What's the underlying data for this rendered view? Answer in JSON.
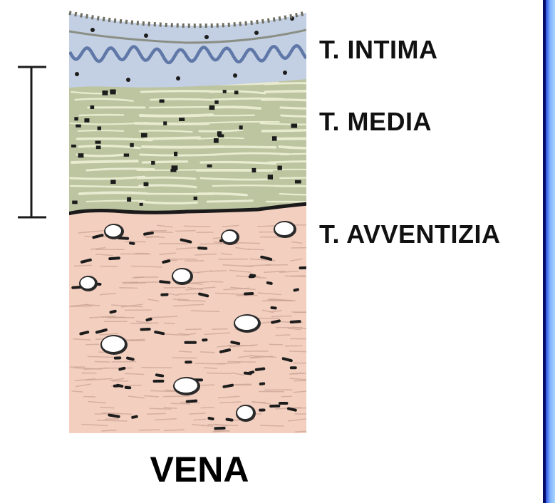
{
  "labels": {
    "intima": "T. INTIMA",
    "media": "T. MEDIA",
    "avventizia": "T. AVVENTIZIA"
  },
  "caption": "VENA",
  "colors": {
    "intima": "#c3cfe2",
    "intima_wave": "#5f78a8",
    "media": "#bcc4a0",
    "media_fiber": "#e9ecd0",
    "avventizia": "#f3cfc0",
    "avventizia_fiber": "#c9a293",
    "nuclei": "#1c1c1c",
    "boundary": "#1a1a1a",
    "edge_strip": "#2a4fe0"
  }
}
